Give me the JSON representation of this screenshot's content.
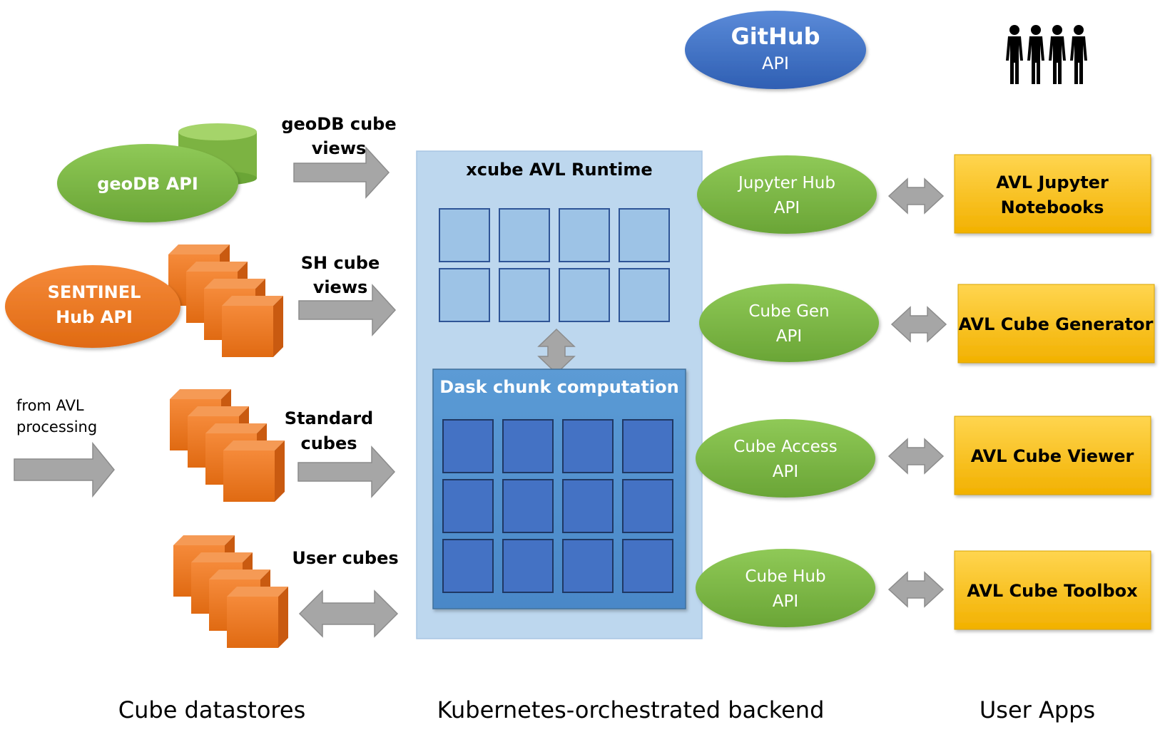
{
  "github": {
    "brand": "GitHub",
    "sub": "API"
  },
  "datastores": {
    "geodb": "geoDB API",
    "sentinel": [
      "SENTINEL",
      "Hub API"
    ],
    "from_avl": [
      "from AVL",
      "processing"
    ]
  },
  "flows": {
    "geodb_views": [
      "geoDB cube",
      "views"
    ],
    "sh_views": [
      "SH cube",
      "views"
    ],
    "standard": [
      "Standard",
      "cubes"
    ],
    "user": "User cubes"
  },
  "runtime": {
    "title": "xcube AVL Runtime",
    "dask_title": "Dask chunk computation"
  },
  "apis": {
    "jupyter": [
      "Jupyter Hub",
      "API"
    ],
    "cubegen": [
      "Cube Gen",
      "API"
    ],
    "cubeaccess": [
      "Cube Access",
      "API"
    ],
    "cubehub": [
      "Cube Hub",
      "API"
    ]
  },
  "apps": {
    "jupyter": [
      "AVL Jupyter",
      "Notebooks"
    ],
    "generator": "AVL Cube Generator",
    "viewer": "AVL Cube Viewer",
    "toolbox": "AVL Cube Toolbox"
  },
  "footer": {
    "datastores": "Cube datastores",
    "backend": "Kubernetes-orchestrated backend",
    "apps": "User Apps"
  },
  "colors": {
    "green": "#7cb342",
    "orange": "#f07c22",
    "blue_api": "#3f6fc6",
    "yellow": "#fbc02d",
    "runtime_bg": "#bdd7ee",
    "dask_bg": "#5b9bd5",
    "cell_light": "#9dc3e6",
    "cell_dark": "#4472c4",
    "arrow": "#a6a6a6"
  }
}
